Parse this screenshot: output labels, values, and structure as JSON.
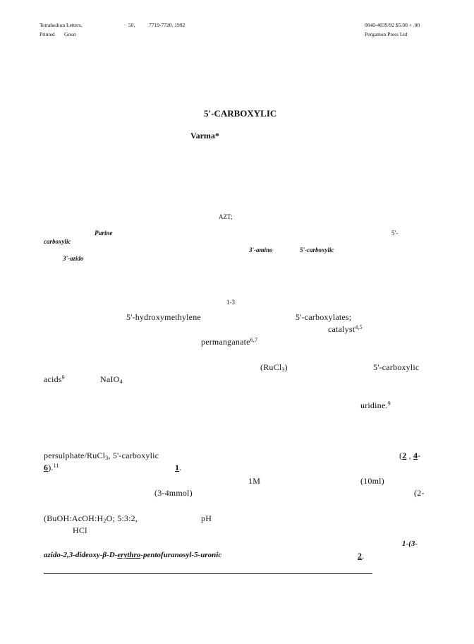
{
  "header": {
    "journal": "Tetrahedron Letters,",
    "volume": "50,",
    "pages": "7719-7720, 1992",
    "printed": "Printed",
    "great": "Great",
    "issn_price": "0040-4039/92 $5.00 + .00",
    "publisher": "Pergamon Press Ltd"
  },
  "title": "5'-CARBOXYLIC",
  "author": "Varma*",
  "abstract": {
    "azt": "AZT;",
    "purine": "Purine",
    "five_prime_dash": "5'-",
    "carboxylic": "carboxylic",
    "three_amino": "3'-amino",
    "five_carboxylic": "5'-carboxylic",
    "three_azido": "3'-azido"
  },
  "body": {
    "ref_1_3": "1-3",
    "hydroxymethylene": "5'-hydroxymethylene",
    "carboxylates": "5'-carboxylates;",
    "catalyst": "catalyst",
    "catalyst_ref": "4,5",
    "permanganate": "permanganate",
    "permanganate_ref": "6,7",
    "rucl3_open": "(RuCl",
    "rucl3_sub": "3",
    "rucl3_close": ")",
    "carboxylic_r": "5'-carboxylic",
    "acids": "acids",
    "acids_ref": "9",
    "naio4": "NaIO",
    "naio4_sub": "4",
    "uridine": "uridine.",
    "uridine_ref": "9",
    "persulphate": "persulphate/RuCl",
    "persulphate_sub": "3",
    "persulphate_rest": ", 5'-carboxylic",
    "cmpd_open": "(",
    "cmpd_2": "2",
    "cmpd_sep": " , ",
    "cmpd_4": "4",
    "cmpd_dash": "-",
    "cmpd_6": "6",
    "cmpd_close": ").",
    "cmpd_ref": "11",
    "cmpd_1": "1",
    "cmpd_1_end": ".",
    "one_m": "1M",
    "ten_ml": "(10ml)",
    "mmol": "(3-4mmol)",
    "two_dash": "(2-",
    "solvent": "(BuOH:AcOH:H",
    "solvent_sub": "2",
    "solvent_rest": "O; 5:3:2,",
    "ph": "pH",
    "hcl": "HCl",
    "one_three": "1-(3-",
    "azido_pre": "azido-2,3-dideoxy-β-D-",
    "erythro": "erythro",
    "azido_post": "-pentofuranosyl-5-uronic",
    "final_2": "2",
    "final_dot": "."
  }
}
